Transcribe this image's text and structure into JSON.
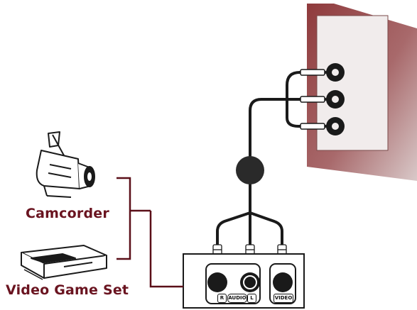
{
  "labels": {
    "camcorder": "Camcorder",
    "video_game_set": "Video Game Set"
  },
  "jacks": {
    "r": "R",
    "audio": "AUDIO",
    "l": "L",
    "video": "VIDEO"
  },
  "colors": {
    "label_text": "#6a1420",
    "cable": "#1a1a1a",
    "tv_panel": "#a35a5a",
    "tv_inner": "#efe8e8",
    "bracket": "#5a0f18"
  }
}
